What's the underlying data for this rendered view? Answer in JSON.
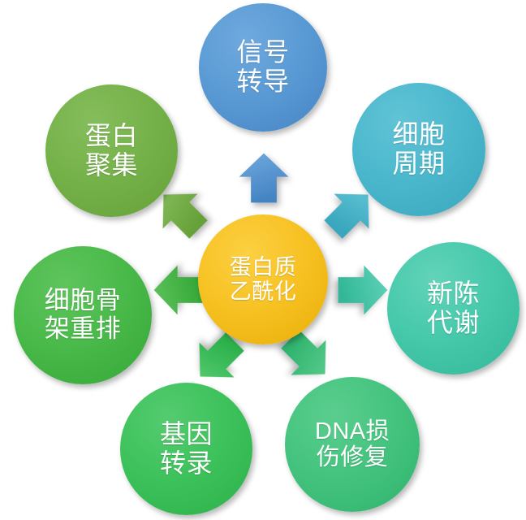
{
  "diagram": {
    "type": "radial-hub-and-spoke",
    "background_color": "#ffffff",
    "center": {
      "id": "protein-acetylation",
      "line1": "蛋白质",
      "line2": "乙酰化",
      "color": "#F7C224"
    },
    "nodes": [
      {
        "id": "signal-transduction",
        "position": "top",
        "line1": "信号",
        "line2": "转导",
        "color": "#5B9BD5",
        "arrow_direction": "up"
      },
      {
        "id": "cell-cycle",
        "position": "top-right",
        "line1": "细胞",
        "line2": "周期",
        "color": "#4CB8CD",
        "arrow_direction": "up-right"
      },
      {
        "id": "metabolism",
        "position": "right",
        "line1": "新陈",
        "line2": "代谢",
        "color": "#47C9AB",
        "arrow_direction": "right"
      },
      {
        "id": "dna-damage-repair",
        "position": "bottom-right",
        "line1": "DNA损",
        "line2": "伤修复",
        "color": "#45C47F",
        "arrow_direction": "down-right"
      },
      {
        "id": "gene-transcription",
        "position": "bottom-left",
        "line1": "基因",
        "line2": "转录",
        "color": "#3EC25C",
        "arrow_direction": "down-left"
      },
      {
        "id": "cytoskeleton-rearrangement",
        "position": "left",
        "line1": "细胞骨",
        "line2": "架重排",
        "color": "#4ABA4A",
        "arrow_direction": "left"
      },
      {
        "id": "protein-aggregation",
        "position": "top-left",
        "line1": "蛋白",
        "line2": "聚集",
        "color": "#76B24A",
        "arrow_direction": "up-left"
      }
    ],
    "arrows": {
      "up": {
        "color": "#5B9BD5"
      },
      "up_right": {
        "color": "#4CB8CD"
      },
      "right": {
        "color": "#47C9AB"
      },
      "down_right": {
        "color": "#45C47F"
      },
      "down_left": {
        "color": "#3EC25C"
      },
      "left": {
        "color": "#4ABA4A"
      },
      "up_left": {
        "color": "#76B24A"
      }
    }
  }
}
